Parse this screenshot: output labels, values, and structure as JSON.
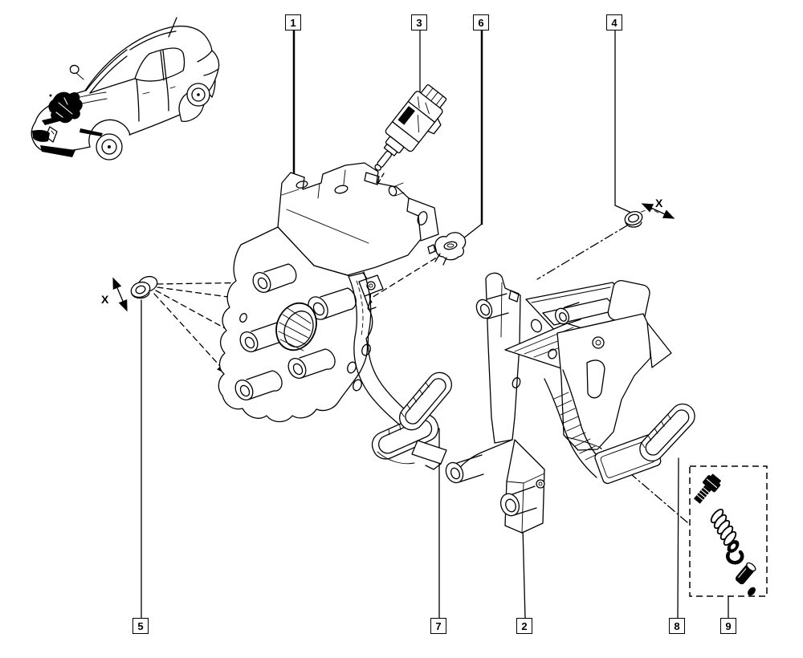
{
  "colors": {
    "ink": "#000000",
    "paper": "#ffffff"
  },
  "callouts": {
    "c1": "1",
    "c2": "2",
    "c3": "3",
    "c4": "4",
    "c5": "5",
    "c6": "6",
    "c7": "7",
    "c8": "8",
    "c9": "9"
  },
  "torque_marks": {
    "left": "X",
    "right": "X"
  }
}
